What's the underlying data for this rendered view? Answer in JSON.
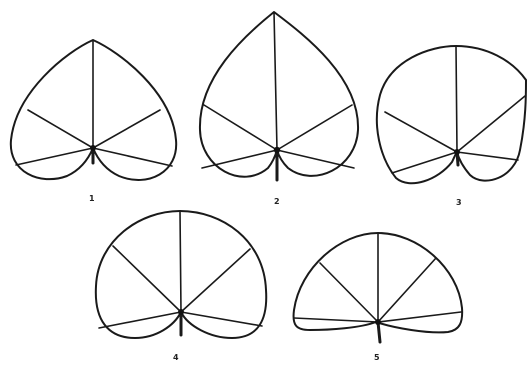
{
  "figures": [
    {
      "label": "1",
      "icon": "leaf-outline-cordate-icon"
    },
    {
      "label": "2",
      "icon": "leaf-outline-cordate-icon"
    },
    {
      "label": "3",
      "icon": "leaf-outline-cordate-icon"
    },
    {
      "label": "4",
      "icon": "leaf-outline-cordate-icon"
    },
    {
      "label": "5",
      "icon": "leaf-outline-reniform-icon"
    }
  ]
}
